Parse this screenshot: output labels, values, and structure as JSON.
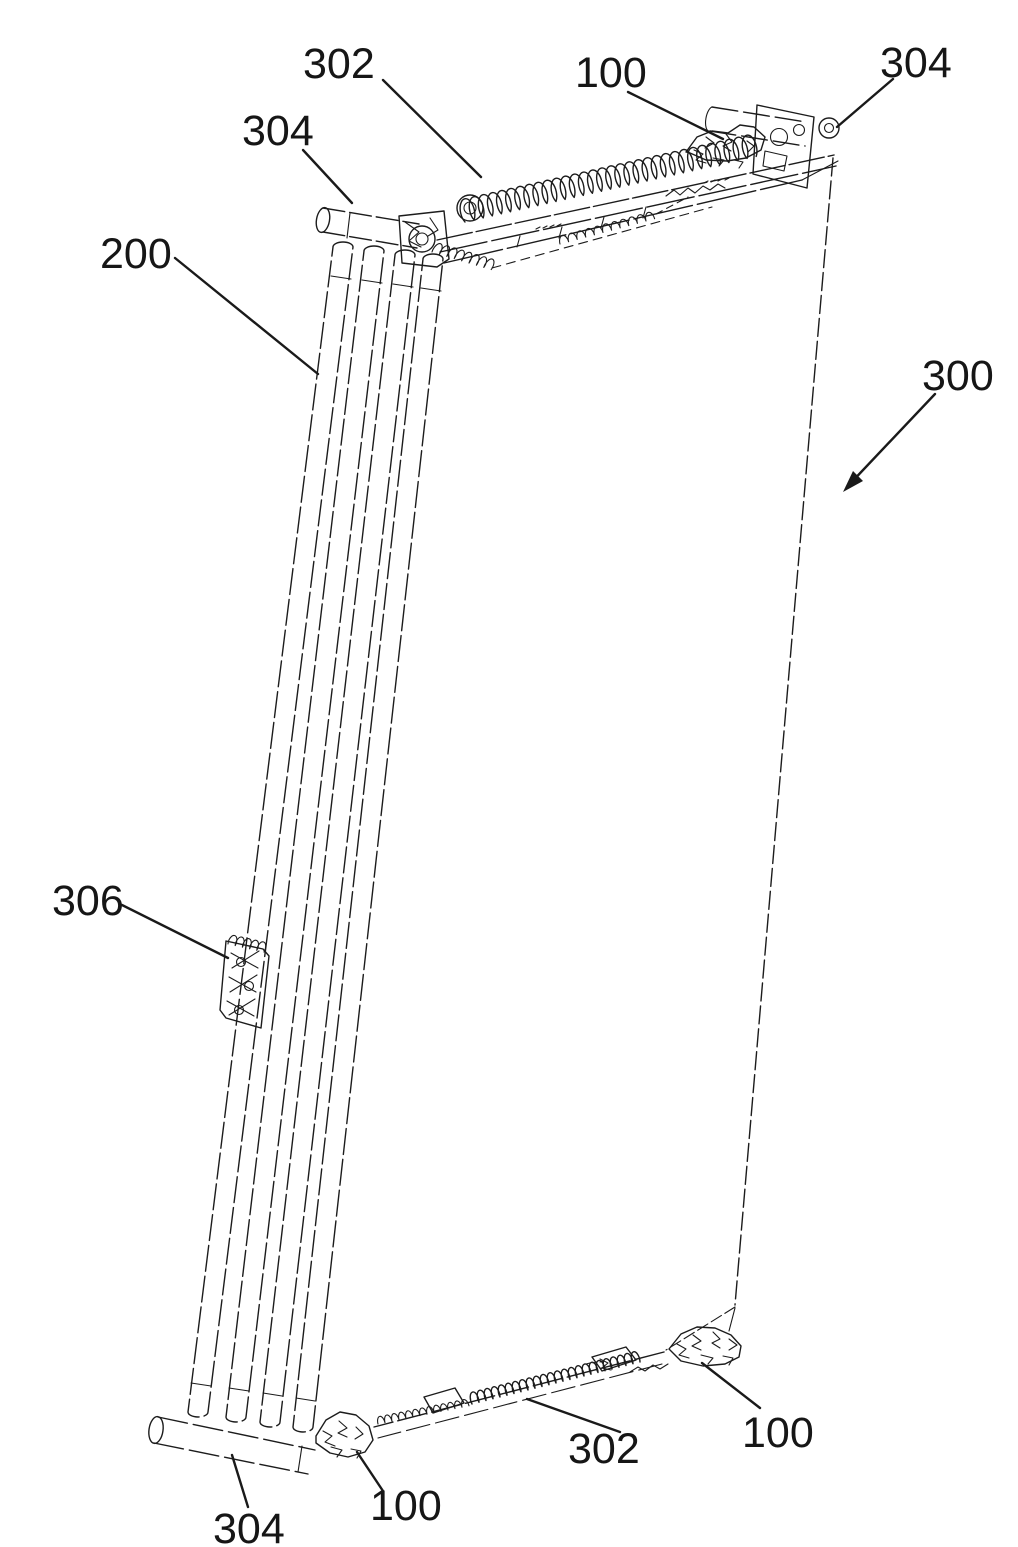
{
  "figure": {
    "kind": "patent-line-drawing",
    "description": "Isometric technical line drawing of a deployable roll-up screen assembly (300) with screen panel, folded support tubes (200), roller tubes (304), coil springs (302), corner brackets (100) and side latch block (306)",
    "background_color": "#ffffff",
    "line_color": "#1c1c1c",
    "label_color": "#161616",
    "labels": [
      {
        "id": "302-top",
        "text": "302",
        "points_to": "top-coil-spring"
      },
      {
        "id": "100-top-right",
        "text": "100",
        "points_to": "top-right-corner-bracket"
      },
      {
        "id": "304-top-right",
        "text": "304",
        "points_to": "top-right-roller-tube-end"
      },
      {
        "id": "304-top-left",
        "text": "304",
        "points_to": "top-left-roller-tube"
      },
      {
        "id": "200-left",
        "text": "200",
        "points_to": "folded-support-tubes"
      },
      {
        "id": "300-right",
        "text": "300",
        "points_to": "screen-assembly"
      },
      {
        "id": "306-mid-left",
        "text": "306",
        "points_to": "side-latch-block"
      },
      {
        "id": "304-bottom-left",
        "text": "304",
        "points_to": "bottom-left-roller-tube"
      },
      {
        "id": "100-bottom-left",
        "text": "100",
        "points_to": "bottom-left-corner-bracket"
      },
      {
        "id": "302-bottom",
        "text": "302",
        "points_to": "bottom-coil-spring"
      },
      {
        "id": "100-bottom-right",
        "text": "100",
        "points_to": "bottom-right-corner-bracket"
      }
    ]
  }
}
